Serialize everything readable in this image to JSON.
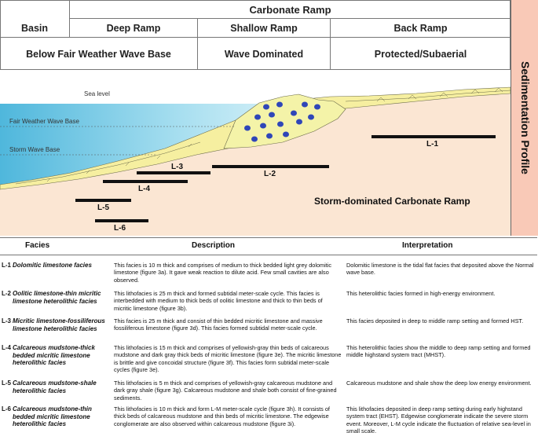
{
  "header": {
    "carbonate_ramp": "Carbonate Ramp",
    "basin": "Basin",
    "deep_ramp": "Deep Ramp",
    "shallow_ramp": "Shallow Ramp",
    "back_ramp": "Back Ramp",
    "below_fwwb": "Below Fair Weather Wave Base",
    "wave_dominated": "Wave Dominated",
    "protected": "Protected/Subaerial"
  },
  "side_label": "Sedimentation Profile",
  "profile": {
    "sea_level": "Sea level",
    "fair_weather_wave_base": "Fair Weather Wave Base",
    "storm_wave_base": "Storm Wave Base",
    "ramp_title": "Storm-dominated Carbonate Ramp",
    "levels": [
      "L-1",
      "L-2",
      "L-3",
      "L-4",
      "L-5",
      "L-6"
    ]
  },
  "table": {
    "headers": [
      "Facies",
      "Description",
      "Interpretation"
    ],
    "rows": [
      {
        "code": "L-1",
        "facies": "Dolomitic limestone facies",
        "description": "This facies is 10 m thick and comprises of medium to thick bedded light grey dolomitic limestone (figure 3a). It gave weak reaction to dilute acid. Few small cavities are also observed.",
        "interpretation": "Dolomitic limestone is the tidal flat facies that deposited above the Normal wave base."
      },
      {
        "code": "L-2",
        "facies": "Oolitic limestone-thin micritic limestone heterolithic facies",
        "description": "This lithofacies is 25 m thick and formed subtidal meter-scale cycle. This facies is interbedded with medium to thick beds of oolitic limestone and thick to thin beds of micritic limestone (figure 3b).",
        "interpretation": "This heterolithic facies formed in high-energy environment."
      },
      {
        "code": "L-3",
        "facies": "Micritic limestone-fossiliferous limestone heterolithic facies",
        "description": "This facies is 25 m thick and consist of thin bedded micritic limestone and massive fossiliferous limestone (figure 3d). This facies formed subtidal meter-scale cycle.",
        "interpretation": "This facies deposited in deep to middle ramp setting and formed HST."
      },
      {
        "code": "L-4",
        "facies": "Calcareous mudstone-thick bedded micritic limestone heterolithic facies",
        "description": "This lithofacies is 15 m thick and comprises of yellowish-gray thin beds of calcareous mudstone and dark gray thick beds of micritic limestone (figure 3e). The micritic limestone is brittle and give concoidal structure (figure 3f). This facies form subtidal meter-scale cycles (figure 3e).",
        "interpretation": "This heterolithic facies show the middle to deep ramp setting and formed middle highstand system tract (MHST)."
      },
      {
        "code": "L-5",
        "facies": "Calcareous mudstone-shale heterolithic facies",
        "description": "This lithofacies is 5 m thick and comprises of yellowish-gray calcareous mudstone and dark gray shale (figure 3g). Calcareous mudstone and shale both consist of fine-grained sediments.",
        "interpretation": "Calcareous mudstone and shale show the deep low energy environment."
      },
      {
        "code": "L-6",
        "facies": "Calcareous mudstone-thin bedded micritic limestone heterolithic facies",
        "description": "This lithofacies is 10 m thick and form L-M meter-scale cycle (figure 3h). It consists of thick beds of calcareous mudstone and thin beds of micritic limestone. The edgewise conglomerate are also observed within calcareous mudstone (figure 3i).",
        "interpretation": "This lithofacies deposited in deep ramp setting during early highstand system tract (EHST). Edgewise conglomerate indicate the severe storm event. Moreover, L-M cycle indicate the fluctuation of relative sea-level in small scale."
      }
    ]
  }
}
